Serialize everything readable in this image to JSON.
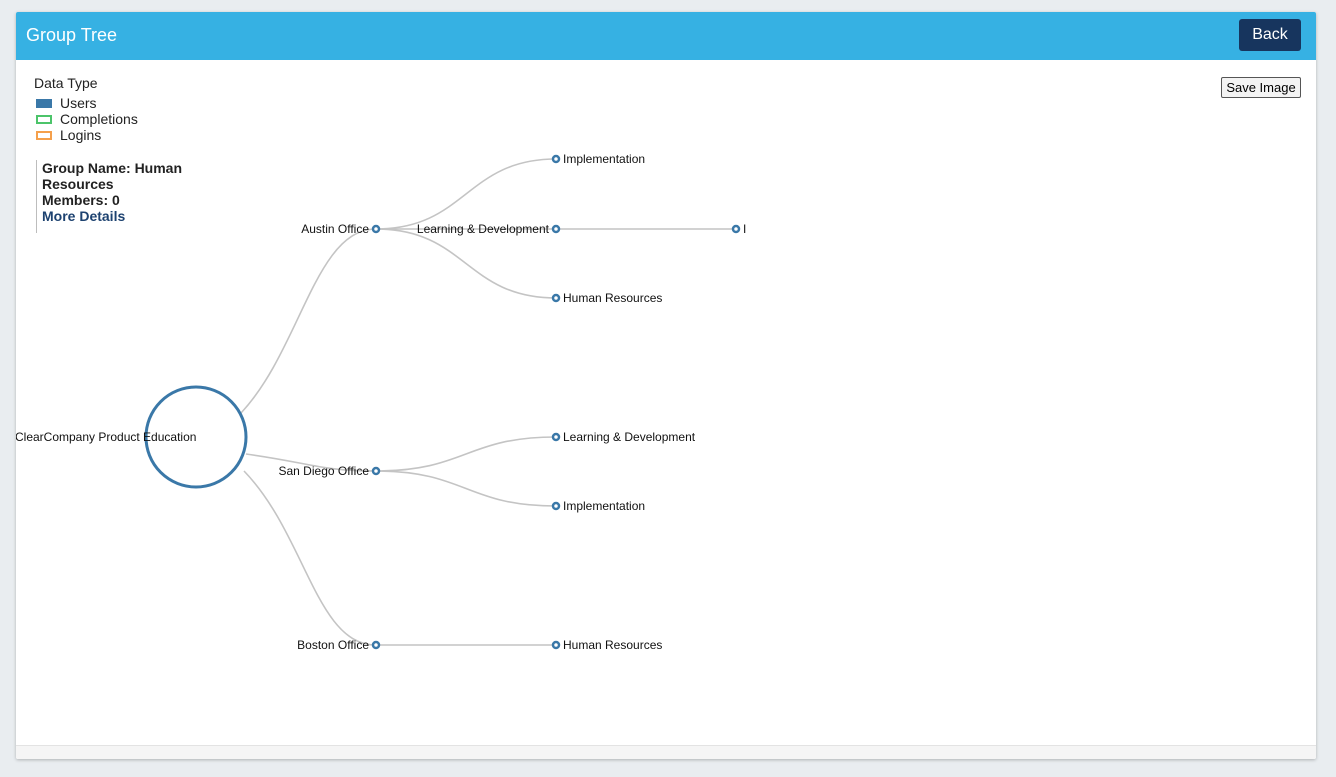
{
  "header": {
    "title": "Group Tree",
    "back_label": "Back"
  },
  "toolbar": {
    "save_image_label": "Save Image"
  },
  "legend": {
    "title": "Data Type",
    "items": [
      {
        "label": "Users",
        "color": "#3a78a8",
        "filled": true
      },
      {
        "label": "Completions",
        "color": "#4cc46a",
        "filled": false
      },
      {
        "label": "Logins",
        "color": "#f5a04b",
        "filled": false
      }
    ]
  },
  "info": {
    "group_name_line1": "Group Name: Human",
    "group_name_line2": "Resources",
    "members": "Members: 0",
    "more_details": "More Details"
  },
  "tree": {
    "root": "ClearCompany Product Education",
    "offices": [
      {
        "name": "Austin Office",
        "children": [
          "Implementation",
          "Learning & Development",
          "Human Resources"
        ],
        "grandchild": "I"
      },
      {
        "name": "San Diego Office",
        "children": [
          "Learning & Development",
          "Implementation"
        ]
      },
      {
        "name": "Boston Office",
        "children": [
          "Human Resources"
        ]
      }
    ]
  },
  "colors": {
    "header": "#36b1e3",
    "back_button": "#17355e",
    "node": "#3a78a8",
    "link": "#c4c4c4"
  }
}
